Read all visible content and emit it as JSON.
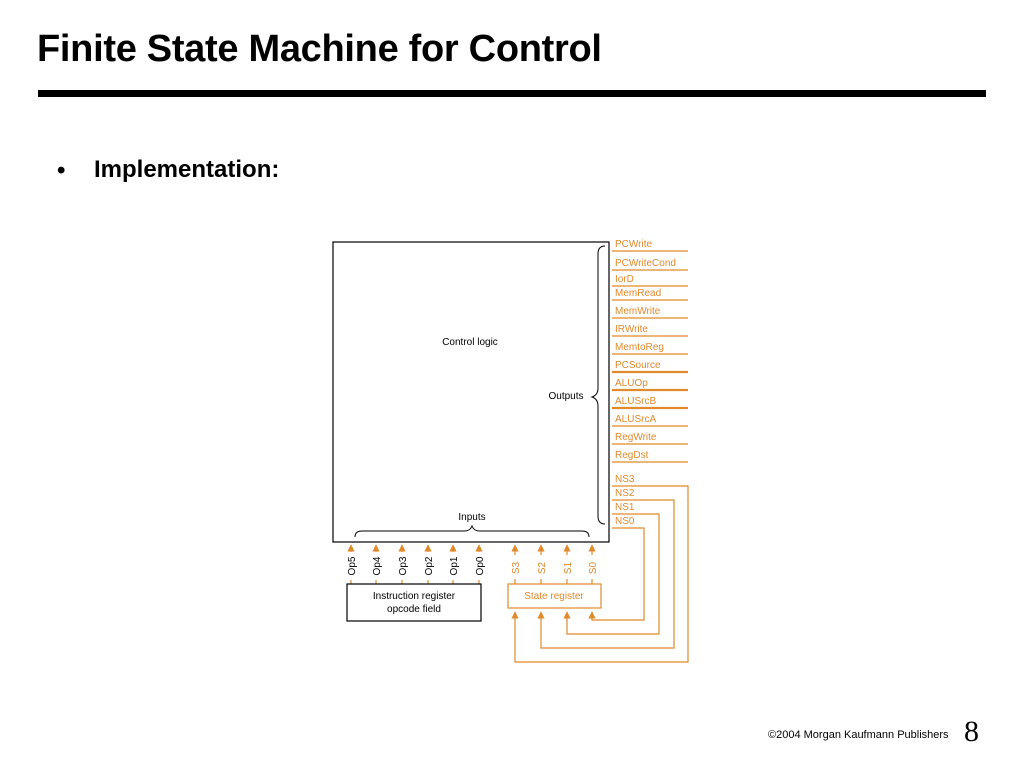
{
  "title": "Finite State Machine for Control",
  "bullet": "Implementation:",
  "diagram": {
    "control_logic_label": "Control logic",
    "outputs_label": "Outputs",
    "inputs_label": "Inputs",
    "outputs": [
      "PCWrite",
      "PCWriteCond",
      "IorD",
      "MemRead",
      "MemWrite",
      "IRWrite",
      "MemtoReg",
      "PCSource",
      "ALUOp",
      "ALUSrcB",
      "ALUSrcA",
      "RegWrite",
      "RegDst"
    ],
    "next_state": [
      "NS3",
      "NS2",
      "NS1",
      "NS0"
    ],
    "opcode_inputs": [
      "Op5",
      "Op4",
      "Op3",
      "Op2",
      "Op1",
      "Op0"
    ],
    "state_inputs": [
      "S3",
      "S2",
      "S1",
      "S0"
    ],
    "instruction_register_label_line1": "Instruction register",
    "instruction_register_label_line2": "opcode field",
    "state_register_label": "State register"
  },
  "colors": {
    "accent": "#E08A2C",
    "text": "#000000"
  },
  "footer": {
    "copyright_symbol": "©",
    "publisher": "2004 Morgan Kaufmann Publishers"
  },
  "page_number": "8"
}
